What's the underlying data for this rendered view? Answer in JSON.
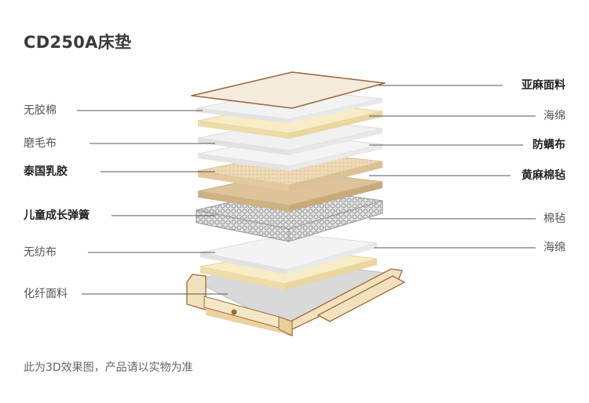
{
  "title": "CD250A床垫",
  "left_labels": [
    {
      "text": "无胶棉",
      "bold": false
    },
    {
      "text": "磨毛布",
      "bold": false
    },
    {
      "text": "泰国乳胶",
      "bold": true
    },
    {
      "text": "儿童成长弹簧",
      "bold": true
    },
    {
      "text": "无纺布",
      "bold": false
    },
    {
      "text": "化纤面料",
      "bold": false
    }
  ],
  "right_labels": [
    {
      "text": "亚麻面料",
      "bold": true
    },
    {
      "text": "海绵",
      "bold": false
    },
    {
      "text": "防螨布",
      "bold": true
    },
    {
      "text": "黄麻棉毡",
      "bold": true
    },
    {
      "text": "棉毡",
      "bold": false
    },
    {
      "text": "海绵",
      "bold": false
    }
  ],
  "note": "此为3D效果图，产品请以实物为准",
  "colors": {
    "linen": "#f4ebdc",
    "linen_edge": "#9c6a3e",
    "white_layer": "#f2f2f2",
    "cream_layer": "#f7ecc5",
    "latex_layer": "#eed9b5",
    "jute_layer": "#dcc39a",
    "spring_layer": "#c8c8c8",
    "base_frame": "#f1e2bd",
    "base_edge": "#a3683a",
    "leader_line": "#555555"
  }
}
